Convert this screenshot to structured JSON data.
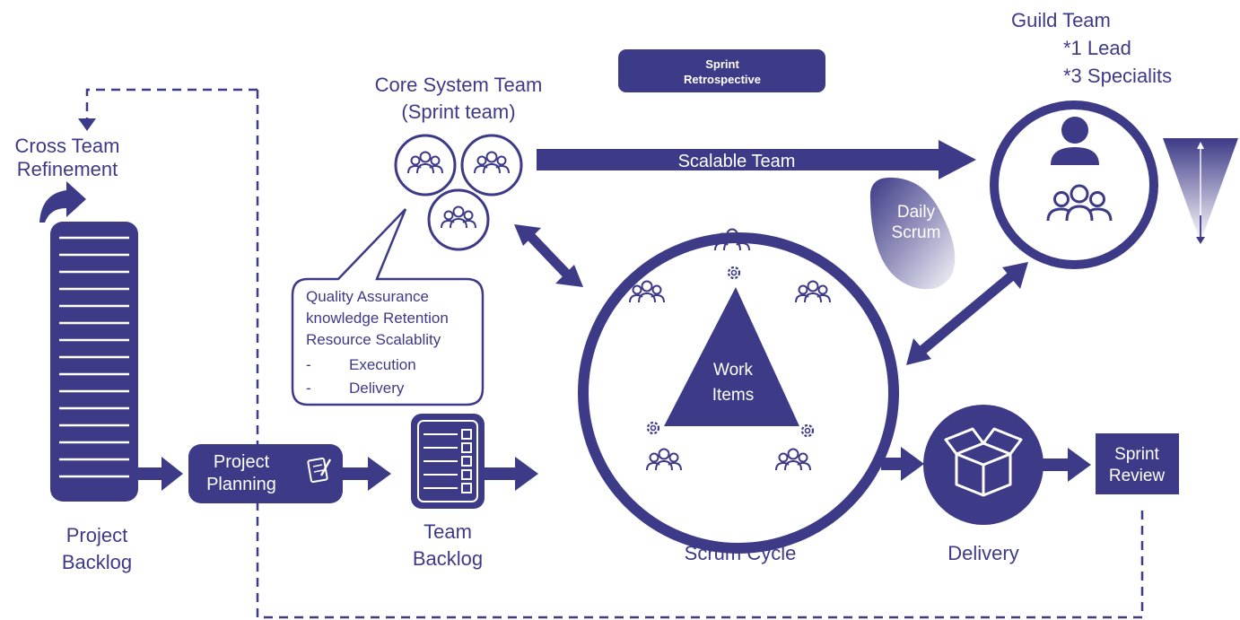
{
  "colors": {
    "primary": "#3d3a87",
    "background": "#ffffff",
    "white": "#ffffff"
  },
  "labels": {
    "cross_team": [
      "Cross Team",
      "Refinement"
    ],
    "project_backlog": [
      "Project",
      "Backlog"
    ],
    "project_planning": [
      "Project",
      "Planning"
    ],
    "team_backlog": [
      "Team",
      "Backlog"
    ],
    "core_team": [
      "Core System Team",
      "(Sprint team)"
    ],
    "sprint_retrospective": [
      "Sprint",
      "Retrospective"
    ],
    "scalable_team": "Scalable Team",
    "guild_team": [
      "Guild Team",
      "*1 Lead",
      "*3 Specialits"
    ],
    "daily_scrum": [
      "Daily",
      "Scrum"
    ],
    "work_items": [
      "Work",
      "Items"
    ],
    "scrum_cycle": "Scrum Cycle",
    "delivery": "Delivery",
    "sprint_review": [
      "Sprint",
      "Review"
    ],
    "callout": [
      "Quality Assurance",
      "knowledge Retention",
      "Resource Scalablity",
      "-",
      "Execution",
      "-",
      "Delivery"
    ]
  },
  "icons": [
    "people-group-icon",
    "gear-icon",
    "person-icon",
    "open-box-icon",
    "clipboard-pen-icon",
    "checklist-icon",
    "curved-arrow-icon",
    "inverted-triangle-icon"
  ]
}
